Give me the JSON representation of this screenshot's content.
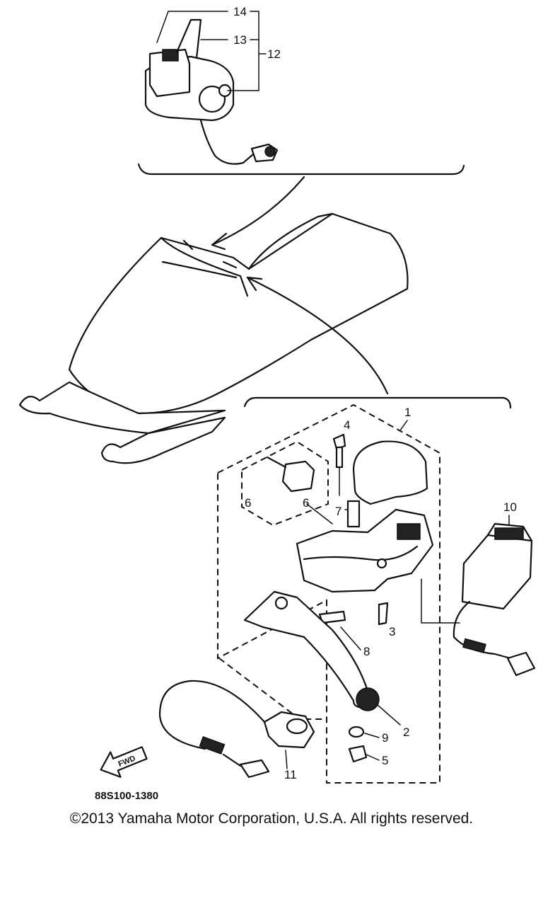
{
  "callouts": {
    "c1": "1",
    "c2": "2",
    "c3": "3",
    "c4": "4",
    "c5": "5",
    "c6": "6",
    "c7": "7",
    "c8": "8",
    "c9": "9",
    "c10": "10",
    "c11": "11",
    "c12": "12",
    "c13": "13",
    "c14": "14"
  },
  "direction_label": "FWD",
  "drawing_number": "88S100-1380",
  "copyright": "©2013 Yamaha Motor Corporation, U.S.A. All rights reserved."
}
